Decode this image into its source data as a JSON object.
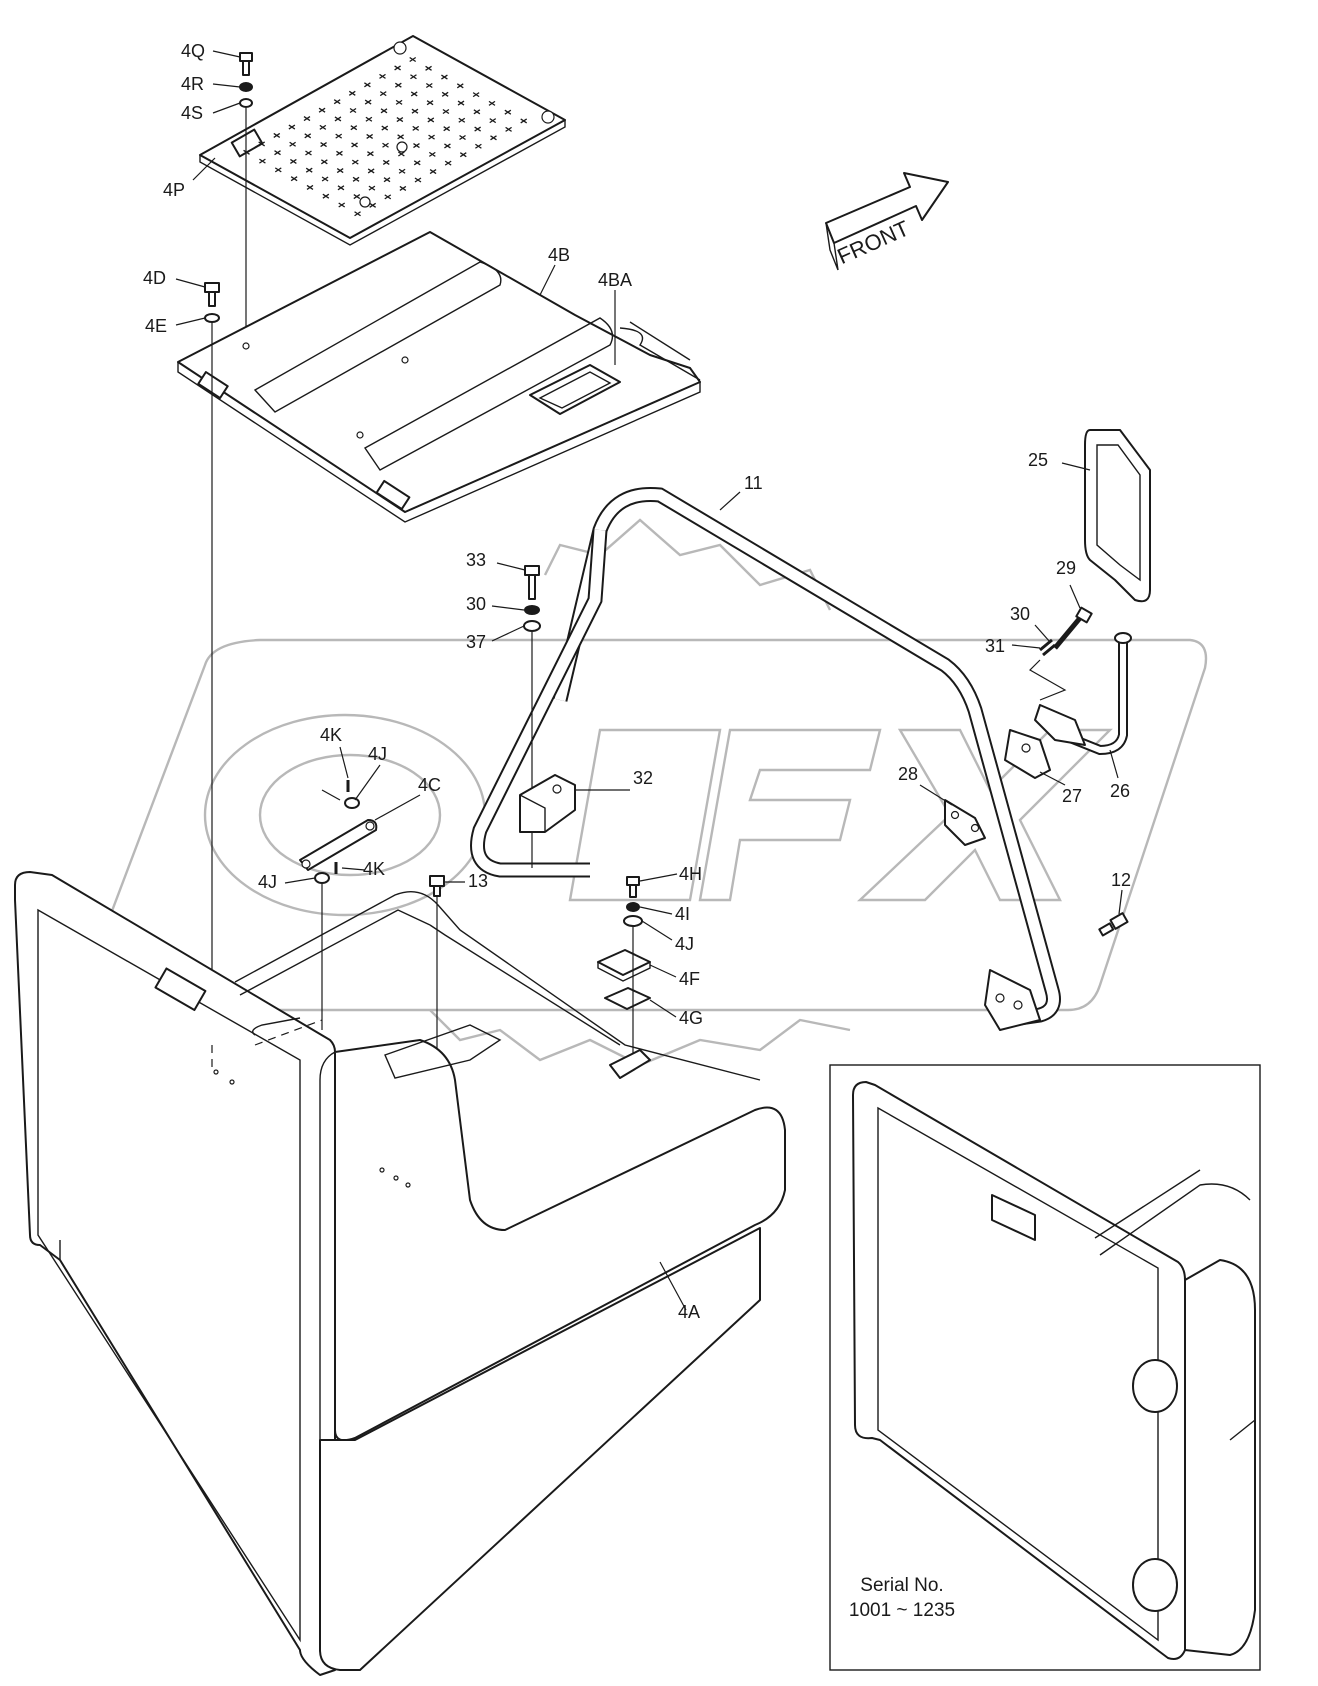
{
  "watermark": {
    "text": "OPEX"
  },
  "front_arrow": {
    "label": "FRONT"
  },
  "serial_box": {
    "line1": "Serial No.",
    "line2": "1001 ~ 1235"
  },
  "callouts": {
    "c4Q": "4Q",
    "c4R": "4R",
    "c4S": "4S",
    "c4P": "4P",
    "c4D": "4D",
    "c4E": "4E",
    "c4B": "4B",
    "c4BA": "4BA",
    "c11": "11",
    "c25": "25",
    "c33": "33",
    "c30a": "30",
    "c37": "37",
    "c29": "29",
    "c30b": "30",
    "c31": "31",
    "c32": "32",
    "c4K": "4K",
    "c4J": "4J",
    "c4C": "4C",
    "c4Kb": "4K",
    "c4Jb": "4J",
    "c28": "28",
    "c27": "27",
    "c26": "26",
    "c13": "13",
    "c4H": "4H",
    "c4I": "4I",
    "c4Jc": "4J",
    "c4F": "4F",
    "c4G": "4G",
    "c12": "12",
    "c4A": "4A"
  },
  "colors": {
    "line": "#1a1a1a",
    "watermark": "#b8b8b8",
    "background": "#ffffff"
  }
}
